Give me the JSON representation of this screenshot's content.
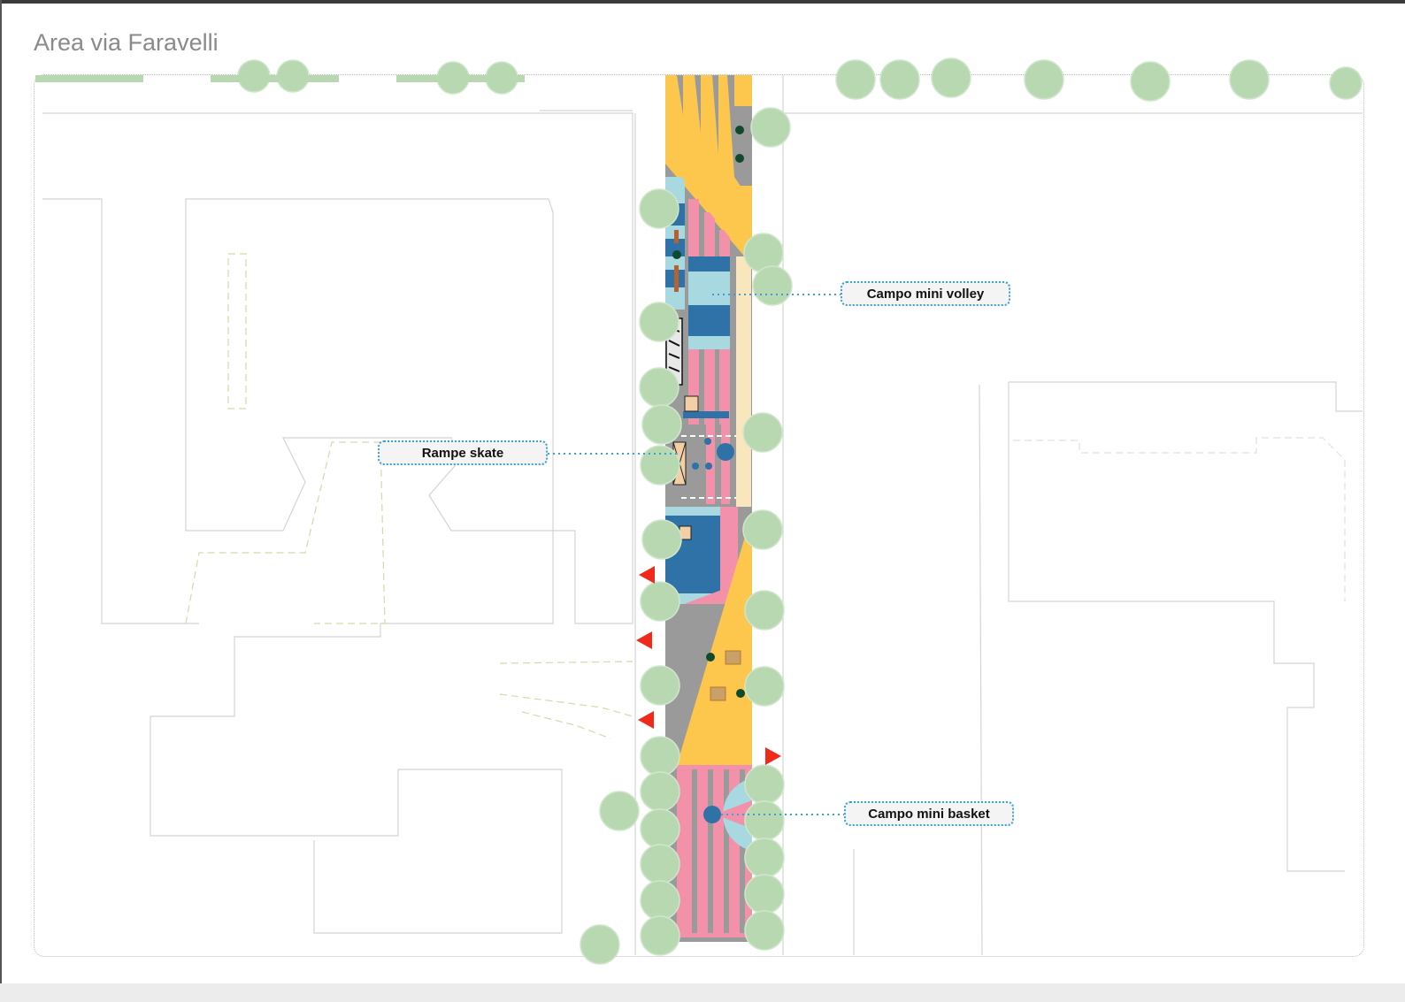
{
  "title": "Area via Faravelli",
  "callouts": {
    "volley": "Campo mini volley",
    "skate": "Rampe skate",
    "basket": "Campo mini basket"
  },
  "colors": {
    "yellow": "#fdc64c",
    "pink": "#f391ab",
    "gray": "#9a9a9a",
    "light_blue": "#a9d9e0",
    "dark_blue": "#2e72a8",
    "tree": "#b7d8b1",
    "arrow": "#f02a1a",
    "callout_border": "#3aa0d6"
  }
}
